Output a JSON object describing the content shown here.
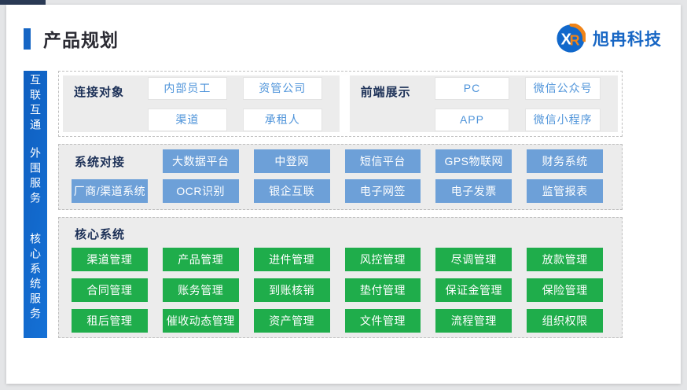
{
  "page": {
    "title": "产品规划"
  },
  "logo": {
    "text": "旭冉科技",
    "monogram_x": "X",
    "monogram_r": "R"
  },
  "colors": {
    "accent_blue": "#1565c4",
    "sidebar_blue": "#1068cf",
    "box_blue": "#6da0d8",
    "box_green": "#1fad4b",
    "label_navy": "#1c3057",
    "logo_blue": "#1766c4",
    "logo_orange": "#f08418",
    "panel_gray": "#ececec"
  },
  "sidebar": {
    "items": [
      "互联互通",
      "外围服务",
      "核心系统服务"
    ]
  },
  "sections": {
    "connect": {
      "label": "连接对象",
      "items": [
        "内部员工",
        "资管公司",
        "渠道",
        "承租人"
      ]
    },
    "frontend": {
      "label": "前端展示",
      "items": [
        "PC",
        "微信公众号",
        "APP",
        "微信小程序"
      ]
    },
    "integration": {
      "label": "系统对接",
      "row1": [
        "大数据平台",
        "中登网",
        "短信平台",
        "GPS物联网",
        "财务系统"
      ],
      "row2": [
        "厂商/渠道系统",
        "OCR识别",
        "银企互联",
        "电子网签",
        "电子发票",
        "监管报表"
      ]
    },
    "core": {
      "label": "核心系统",
      "rows": [
        [
          "渠道管理",
          "产品管理",
          "进件管理",
          "风控管理",
          "尽调管理",
          "放款管理"
        ],
        [
          "合同管理",
          "账务管理",
          "到账核销",
          "垫付管理",
          "保证金管理",
          "保险管理"
        ],
        [
          "租后管理",
          "催收动态管理",
          "资产管理",
          "文件管理",
          "流程管理",
          "组织权限"
        ]
      ]
    }
  }
}
